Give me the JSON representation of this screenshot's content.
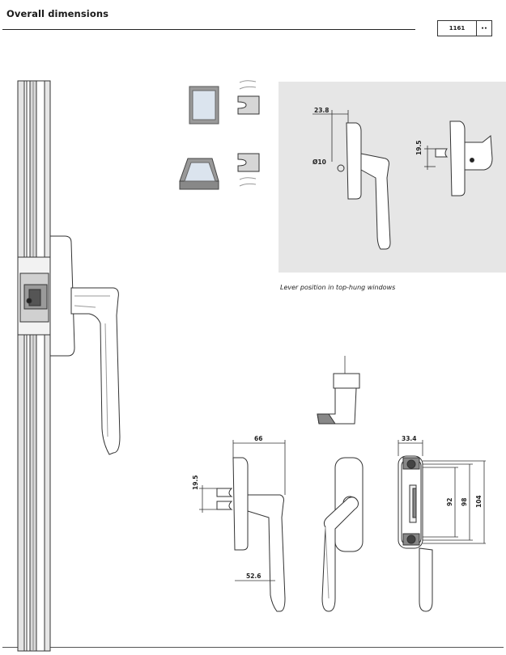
{
  "header": {
    "title": "Overall dimensions",
    "product_code": "1161",
    "code_marker": "••"
  },
  "caption": "Lever position in top-hung windows",
  "dimensions": {
    "top_view_offset": "23.8",
    "spindle_diameter": "Ø10",
    "top_side_height": "19.5",
    "depth_overall": "66",
    "side_height": "19.5",
    "lever_projection": "52.6",
    "base_width": "33.4",
    "inner_height": "92",
    "mid_height": "98",
    "outer_height": "104"
  },
  "icons": [
    "window-fixed-icon",
    "window-tilt-icon",
    "lever-position-symbol-icon"
  ]
}
